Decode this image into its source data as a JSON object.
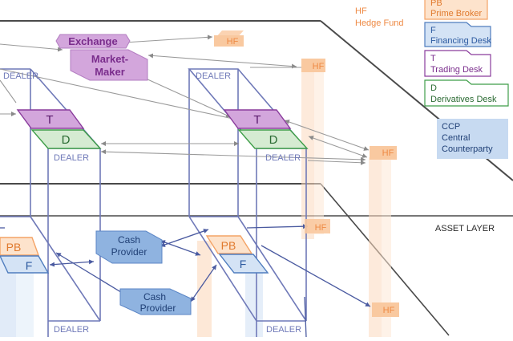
{
  "colors": {
    "hf": "#f7a86a",
    "hf_fill": "#fbd3b2",
    "hf_text": "#ee8a44",
    "pb": "#f4a366",
    "pb_fill": "#fde3cc",
    "financing": "#4f7dbe",
    "financing_fill": "#d4e3f5",
    "trading": "#8a3c9c",
    "trading_fill": "#d3a6dc",
    "derivatives": "#3f9e49",
    "derivatives_fill": "#d5ebd2",
    "ccp_fill": "#c7daf1",
    "dealer": "#6f79b8",
    "arrow": "#9a9a9a",
    "frame": "#4a4a4a",
    "cash_fill": "#8fb3e0",
    "cash_text": "#1f3f75"
  },
  "legend": {
    "hf": {
      "code": "HF",
      "label": "Hedge Fund"
    },
    "pb": {
      "code": "PB",
      "label": "Prime Broker"
    },
    "f": {
      "code": "F",
      "label": "Financing Desk"
    },
    "t": {
      "code": "T",
      "label": "Trading Desk"
    },
    "d": {
      "code": "D",
      "label": "Derivatives Desk"
    },
    "ccp": {
      "code": "CCP",
      "label1": "Central",
      "label2": "Counterparty"
    }
  },
  "layer_label": "ASSET LAYER",
  "dealer_label": "DEALER",
  "nodes": {
    "exchange": "Exchange",
    "market_maker_1": "Market-",
    "market_maker_2": "Maker",
    "hf": "HF",
    "t": "T",
    "d": "D",
    "pb": "PB",
    "f": "F",
    "cash_1": "Cash",
    "cash_2": "Provider"
  }
}
